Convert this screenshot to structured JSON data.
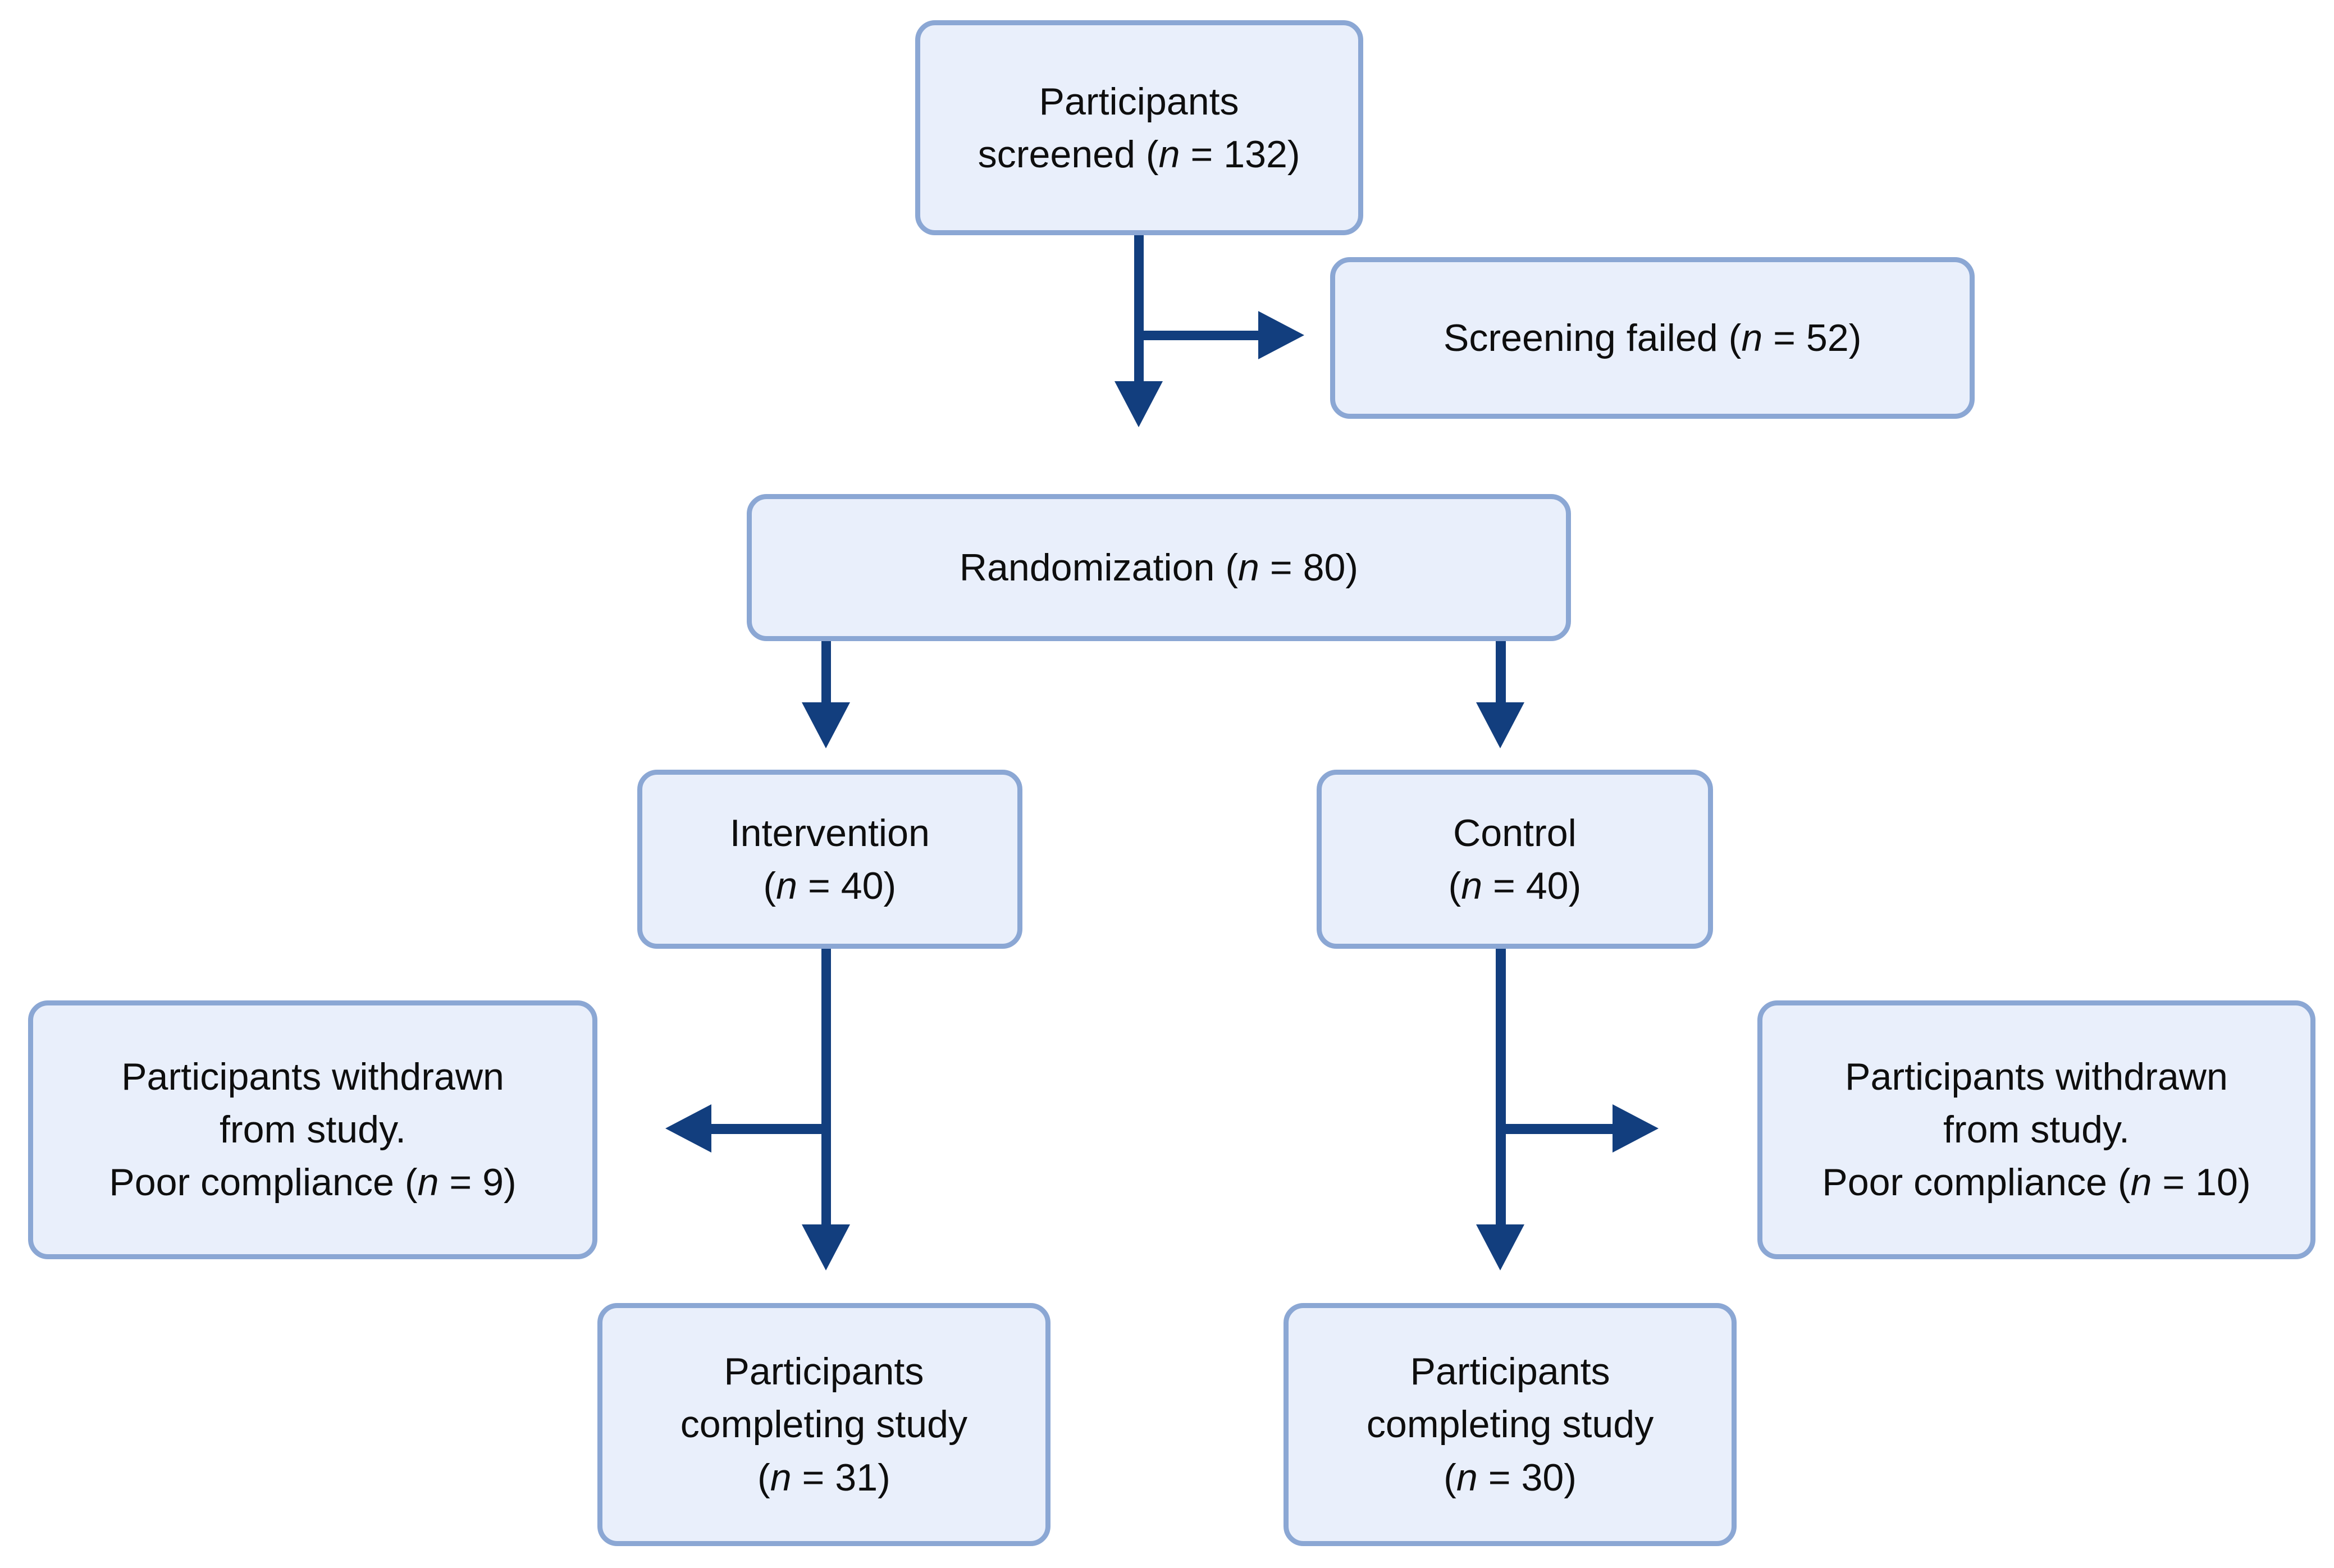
{
  "colors": {
    "background": "#ffffff",
    "box_fill": "#e9effb",
    "box_border": "#8ba7d4",
    "arrow": "#123e7e",
    "text": "#0e0e0e"
  },
  "boxes": {
    "screened": {
      "lines": [
        "Participants",
        "screened (n = 132)"
      ]
    },
    "screening_failed": {
      "lines": [
        "Screening failed (n = 52)"
      ]
    },
    "randomization": {
      "lines": [
        "Randomization (n = 80)"
      ]
    },
    "intervention": {
      "lines": [
        "Intervention",
        "(n = 40)"
      ]
    },
    "control": {
      "lines": [
        "Control",
        "(n = 40)"
      ]
    },
    "withdrawn_intervention": {
      "lines": [
        "Participants withdrawn",
        "from study.",
        "Poor compliance (n = 9)"
      ]
    },
    "withdrawn_control": {
      "lines": [
        "Participants withdrawn",
        "from study.",
        "Poor compliance (n = 10)"
      ]
    },
    "completing_intervention": {
      "lines": [
        "Participants",
        "completing study",
        "(n = 31)"
      ]
    },
    "completing_control": {
      "lines": [
        "Participants",
        "completing study",
        "(n = 30)"
      ]
    }
  },
  "edges": [
    {
      "from": "screened",
      "to": "screening_failed",
      "direction": "right"
    },
    {
      "from": "screened",
      "to": "randomization",
      "direction": "down"
    },
    {
      "from": "randomization",
      "to": "intervention",
      "direction": "down"
    },
    {
      "from": "randomization",
      "to": "control",
      "direction": "down"
    },
    {
      "from": "intervention",
      "to": "withdrawn_intervention",
      "direction": "left"
    },
    {
      "from": "intervention",
      "to": "completing_intervention",
      "direction": "down"
    },
    {
      "from": "control",
      "to": "withdrawn_control",
      "direction": "right"
    },
    {
      "from": "control",
      "to": "completing_control",
      "direction": "down"
    }
  ]
}
